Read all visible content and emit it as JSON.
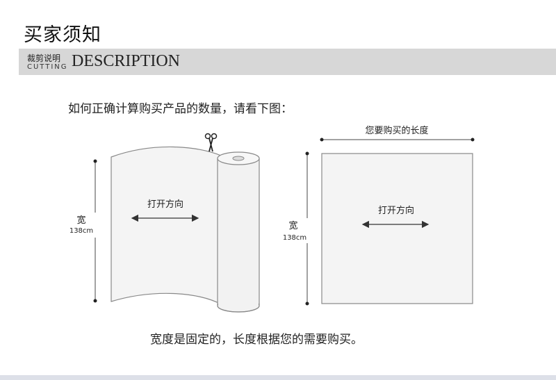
{
  "page_title": "买家须知",
  "section": {
    "cn": "裁剪说明",
    "en_small": "CUTTING",
    "en_big": "DESCRIPTION"
  },
  "instruction": "如何正确计算购买产品的数量，请看下图：",
  "roll": {
    "direction_label": "打开方向",
    "width_label": "宽",
    "width_value": "138cm"
  },
  "sheet": {
    "length_label": "您要购买的长度",
    "direction_label": "打开方向",
    "width_label": "宽",
    "width_value": "138cm"
  },
  "footer_note": "宽度是固定的，长度根据您的需要购买。",
  "icons": [
    "scissors-icon"
  ],
  "colors": {
    "band": "#d7d7d7",
    "bottom_band": "#dde0e8",
    "line": "#444444"
  }
}
